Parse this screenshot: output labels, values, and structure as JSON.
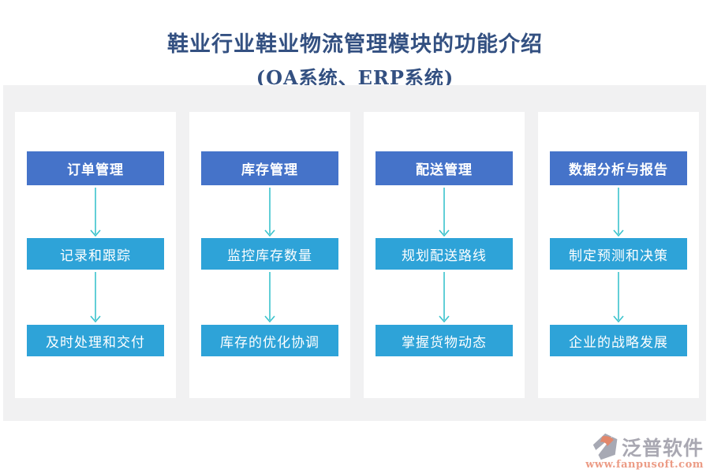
{
  "title": {
    "line1": "鞋业行业鞋业物流管理模块的功能介绍",
    "line2": "(OA系统、ERP系统)"
  },
  "columns": [
    {
      "header": "订单管理",
      "steps": [
        "记录和跟踪",
        "及时处理和交付"
      ]
    },
    {
      "header": "库存管理",
      "steps": [
        "监控库存数量",
        "库存的优化协调"
      ]
    },
    {
      "header": "配送管理",
      "steps": [
        "规划配送路线",
        "掌握货物动态"
      ]
    },
    {
      "header": "数据分析与报告",
      "steps": [
        "制定预测和决策",
        "企业的战略发展"
      ]
    }
  ],
  "logo": {
    "name": "泛普软件",
    "url": "www.fanpusoft.com"
  },
  "colors": {
    "title_text": "#335081",
    "header_box": "#4573C9",
    "step_box": "#2EA3D8",
    "arrow": "#3BC3CD",
    "panel_bg": "#F1F1F2",
    "card_bg": "#FFFFFF",
    "logo_text": "#A9A8B2",
    "logo_url": "#EC9C86",
    "logo_mark_gray": "#A7A9B4",
    "logo_mark_orange": "#E2876B"
  }
}
